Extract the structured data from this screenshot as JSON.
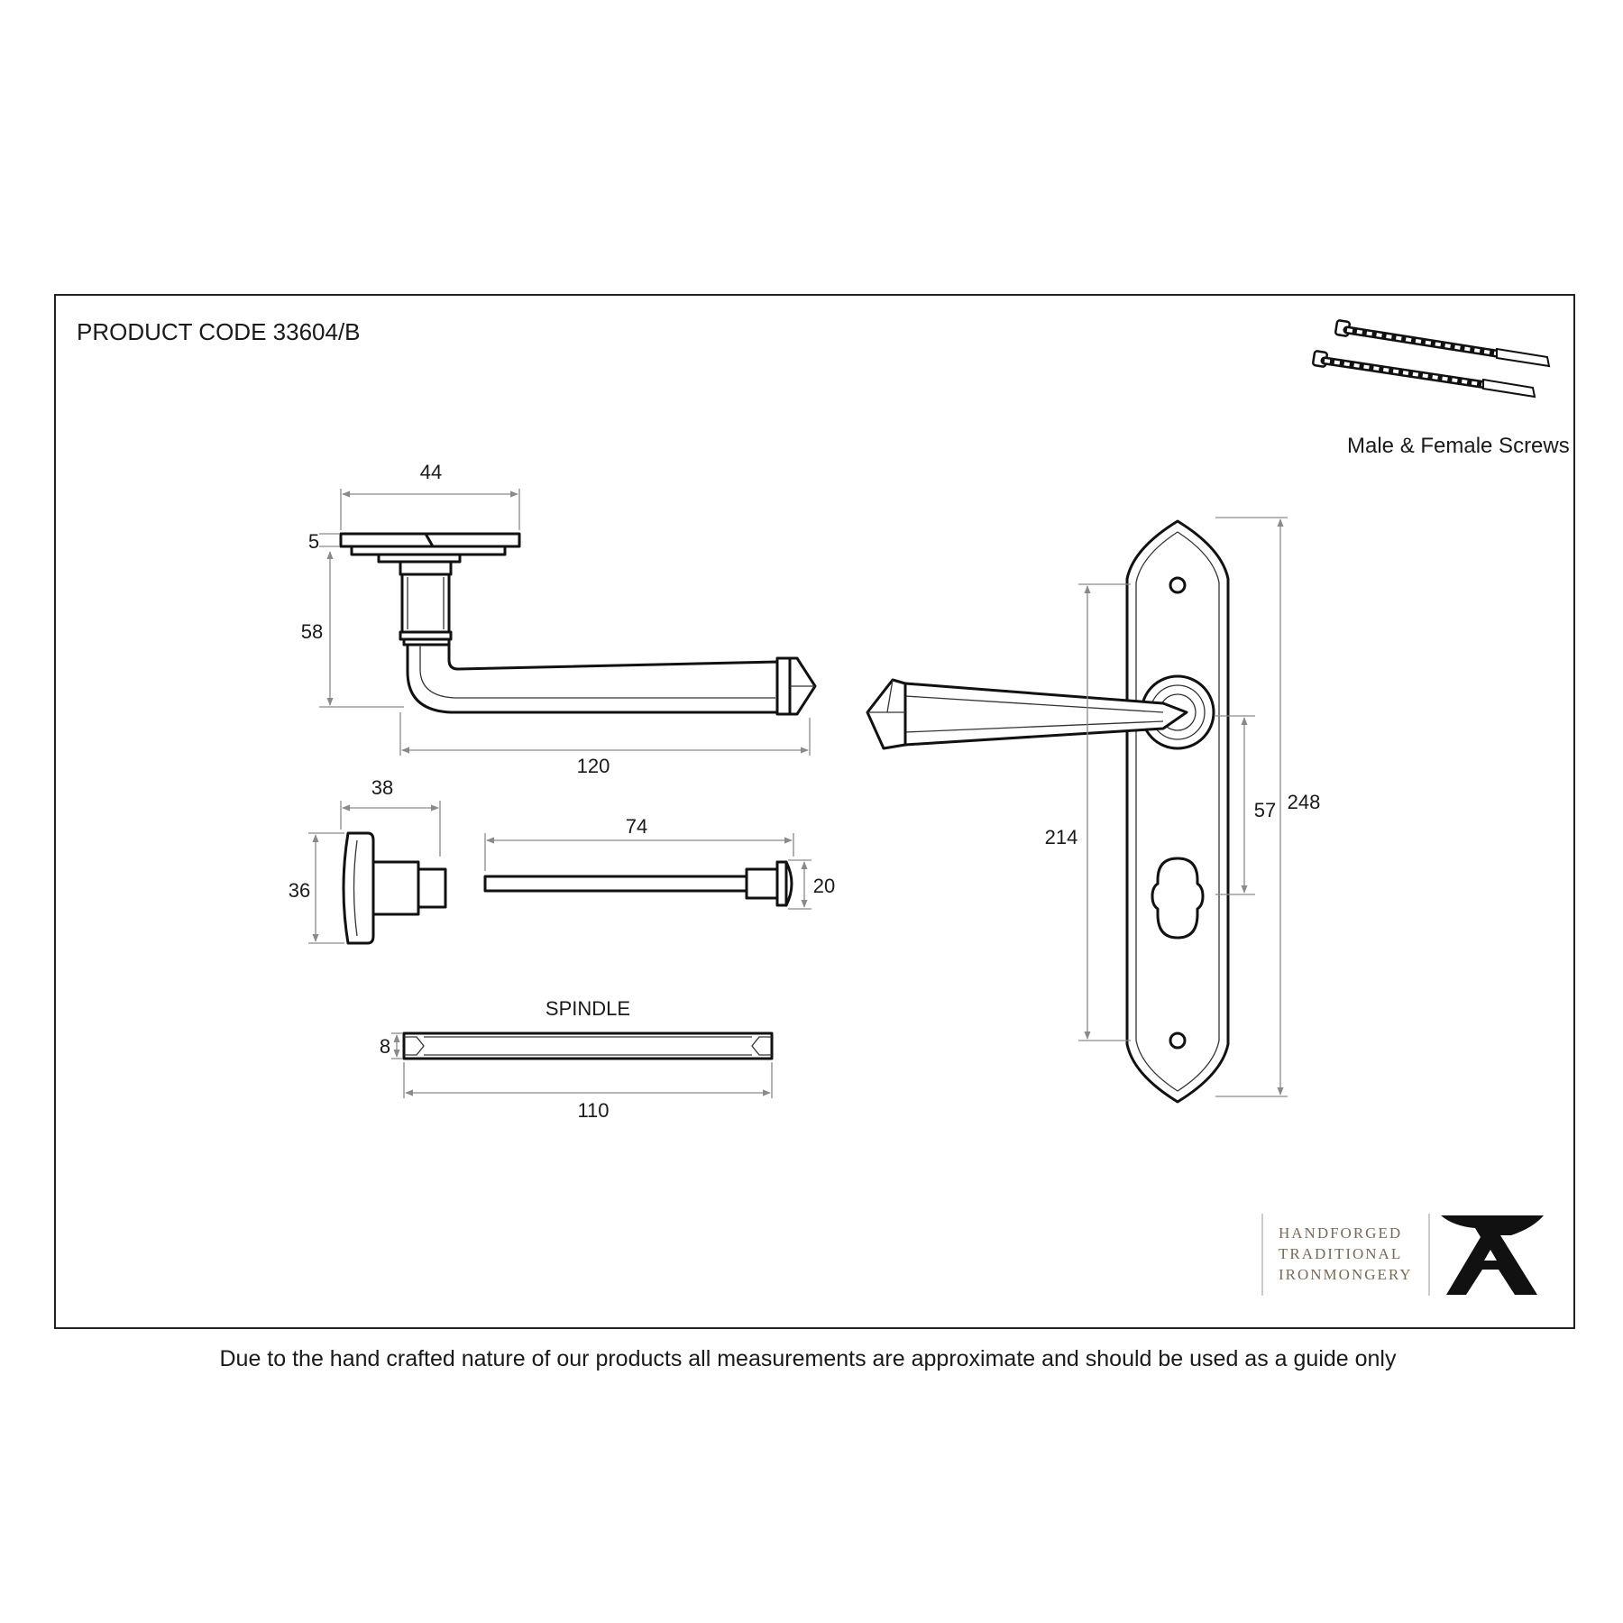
{
  "product_code": "PRODUCT CODE 33604/B",
  "screws_label": "Male & Female Screws",
  "spindle_label": "SPINDLE",
  "disclaimer": "Due to the hand crafted nature of our products all measurements are approximate and should be used as a guide only",
  "brand": {
    "line1": "HANDFORGED",
    "line2": "TRADITIONAL",
    "line3": "IRONMONGERY",
    "color": "#7a6a55"
  },
  "dimensions": {
    "rose_width": "44",
    "rose_thickness": "5",
    "handle_height": "58",
    "handle_length": "120",
    "turn_width": "38",
    "turn_height": "36",
    "release_length": "74",
    "release_diameter": "20",
    "spindle_thickness": "8",
    "spindle_length": "110",
    "plate_centres": "214",
    "lever_to_turn": "57",
    "plate_height": "248"
  }
}
